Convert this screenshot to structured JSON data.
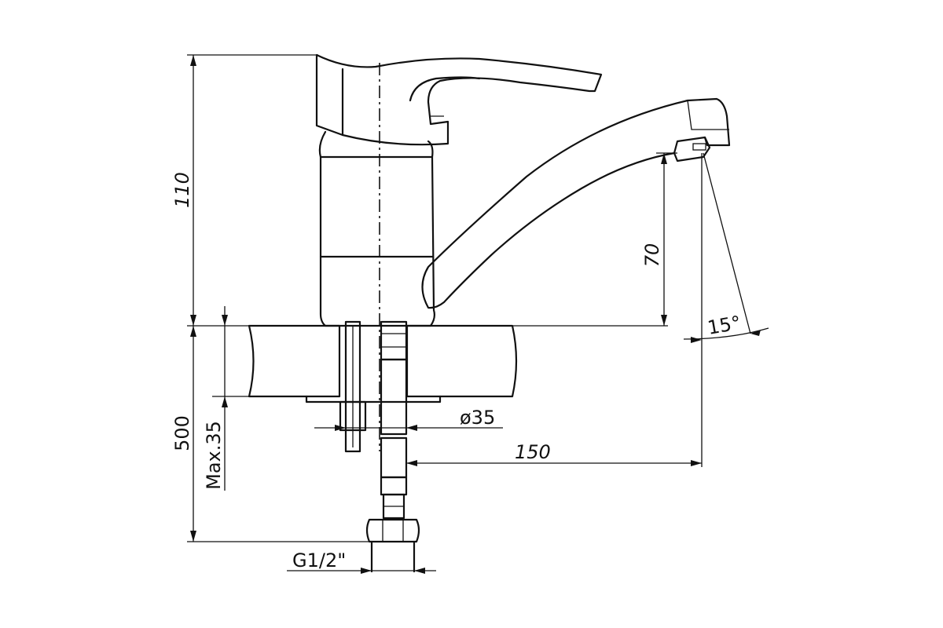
{
  "dimensions": {
    "total_height": "110",
    "spout_height": "70",
    "hose_length": "500",
    "max_thickness": "Max.35",
    "hole_diameter": "ø35",
    "spout_reach": "150",
    "spout_angle": "15°",
    "thread": "G1/2\""
  }
}
